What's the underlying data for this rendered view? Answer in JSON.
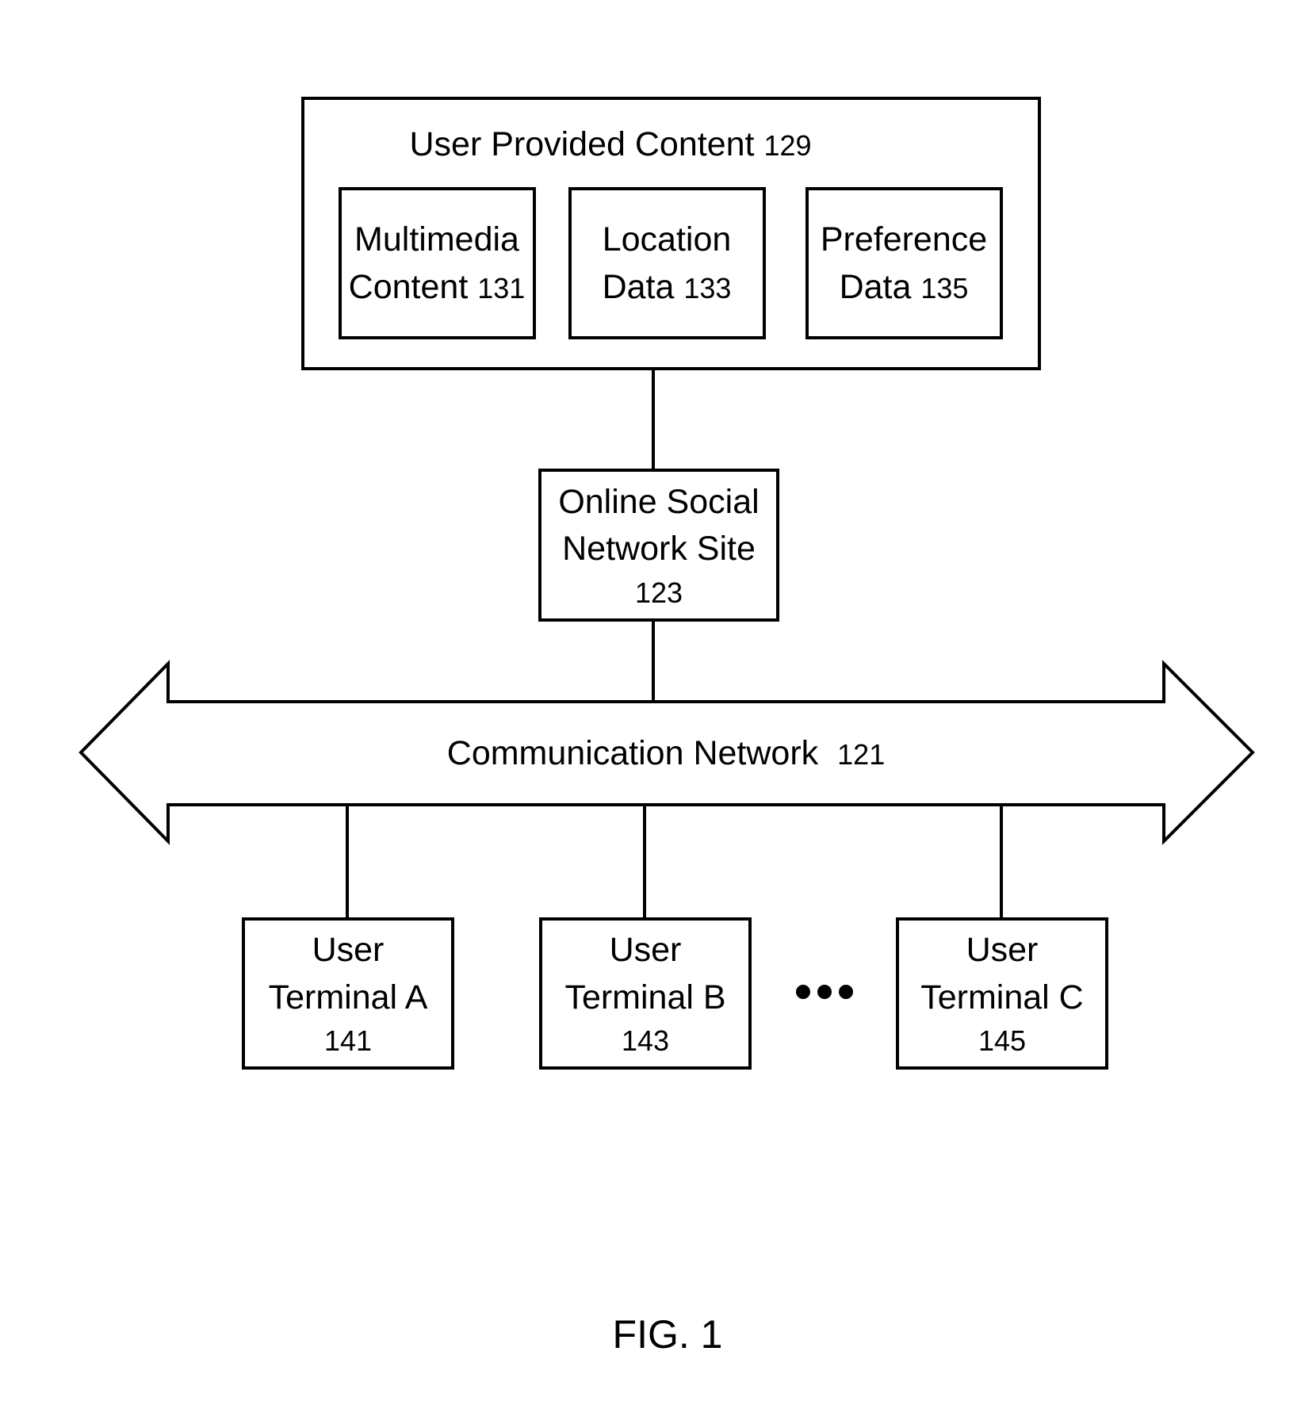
{
  "user_provided_content": {
    "label": "User Provided Content",
    "ref": "129"
  },
  "multimedia_content": {
    "line1": "Multimedia",
    "line2": "Content",
    "ref": "131"
  },
  "location_data": {
    "line1": "Location",
    "line2": "Data",
    "ref": "133"
  },
  "preference_data": {
    "line1": "Preference",
    "line2": "Data",
    "ref": "135"
  },
  "online_social_network_site": {
    "line1": "Online Social",
    "line2": "Network Site",
    "ref": "123"
  },
  "communication_network": {
    "label": "Communication Network",
    "ref": "121"
  },
  "terminals": [
    {
      "line1": "User",
      "line2": "Terminal A",
      "ref": "141"
    },
    {
      "line1": "User",
      "line2": "Terminal B",
      "ref": "143"
    },
    {
      "line1": "User",
      "line2": "Terminal C",
      "ref": "145"
    }
  ],
  "figure_label": "FIG. 1"
}
